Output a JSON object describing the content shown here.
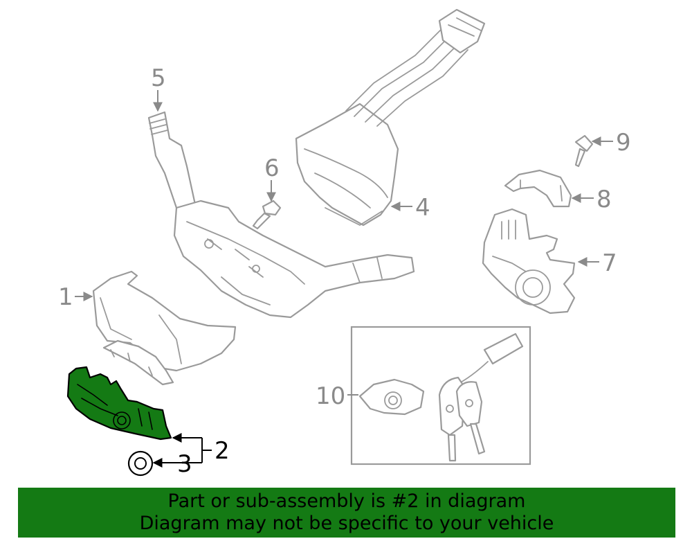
{
  "callouts": {
    "c1": "1",
    "c2": "2",
    "c3": "3",
    "c4": "4",
    "c5": "5",
    "c6": "6",
    "c7": "7",
    "c8": "8",
    "c9": "9",
    "c10": "10"
  },
  "banner": {
    "line1": "Part or sub-assembly is #2 in diagram",
    "line2": "Diagram may not be specific to your vehicle"
  },
  "colors": {
    "highlight": "#147a14",
    "line_art": "#9a9a9a",
    "banner_bg": "#147a14"
  }
}
